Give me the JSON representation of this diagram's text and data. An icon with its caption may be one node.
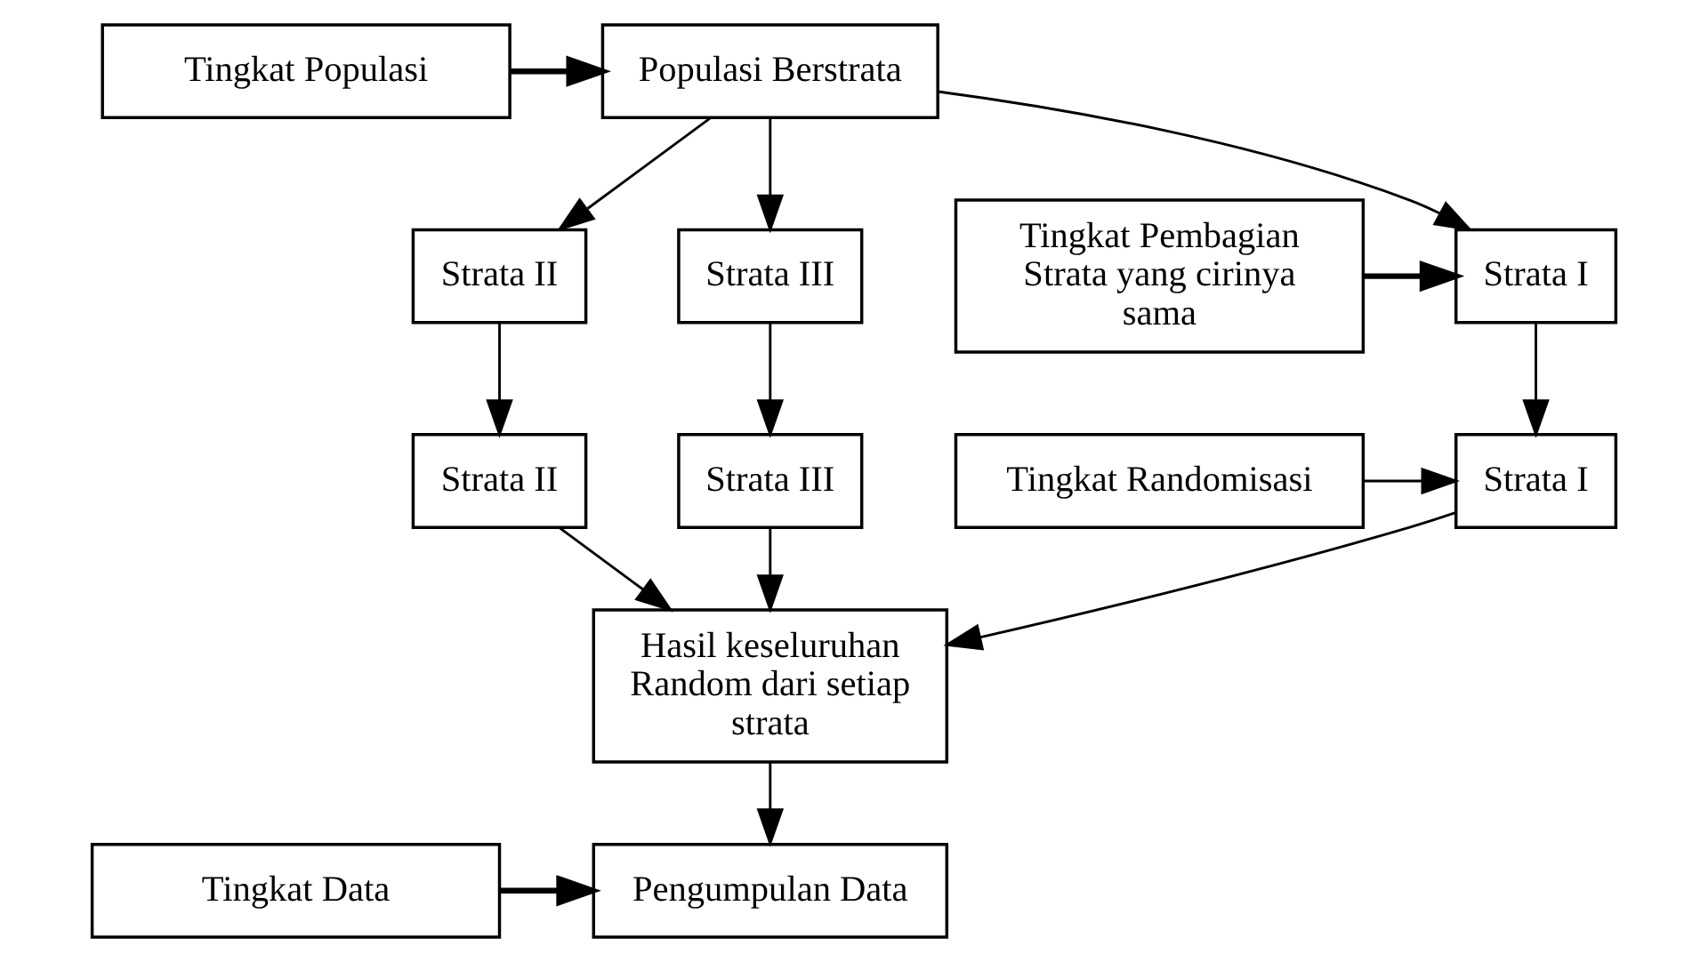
{
  "diagram": {
    "nodes": [
      {
        "text": [
          "Tingkat Populasi"
        ]
      },
      {
        "text": [
          "Populasi Berstrata"
        ]
      },
      {
        "text": [
          "Tingkat Pembagian Strata yang cirinya sama"
        ]
      },
      {
        "text": [
          "Strata I"
        ]
      },
      {
        "text": [
          "Strata II"
        ]
      },
      {
        "text": [
          "Strata III"
        ]
      },
      {
        "text": [
          "Tingkat Randomisasi"
        ]
      },
      {
        "text": [
          "Strata I"
        ]
      },
      {
        "text": [
          "Strata II"
        ]
      },
      {
        "text": [
          "Strata III"
        ]
      },
      {
        "text": [
          "Hasil keseluruhan Random dari setiap strata"
        ]
      },
      {
        "text": [
          "Tingkat Data"
        ]
      },
      {
        "text": [
          "Pengumpulan Data"
        ]
      }
    ],
    "edges": [
      {
        "from": 0,
        "to": 1,
        "arrow": "to",
        "style": "thick"
      },
      {
        "from": 1,
        "to": 3,
        "arrow": "to"
      },
      {
        "from": 1,
        "to": 4,
        "arrow": "to"
      },
      {
        "from": 1,
        "to": 5,
        "arrow": "to"
      },
      {
        "from": 2,
        "to": 3,
        "arrow": "to",
        "style": "thick"
      },
      {
        "from": 3,
        "to": 7,
        "arrow": "to"
      },
      {
        "from": 4,
        "to": 8,
        "arrow": "to"
      },
      {
        "from": 5,
        "to": 9,
        "arrow": "to"
      },
      {
        "from": 6,
        "to": 7,
        "arrow": "to"
      },
      {
        "from": 7,
        "to": 10,
        "arrow": "to"
      },
      {
        "from": 8,
        "to": 10,
        "arrow": "to"
      },
      {
        "from": 9,
        "to": 10,
        "arrow": "to"
      },
      {
        "from": 10,
        "to": 12,
        "arrow": "to"
      },
      {
        "from": 11,
        "to": 12,
        "arrow": "to",
        "style": "thick"
      }
    ]
  }
}
